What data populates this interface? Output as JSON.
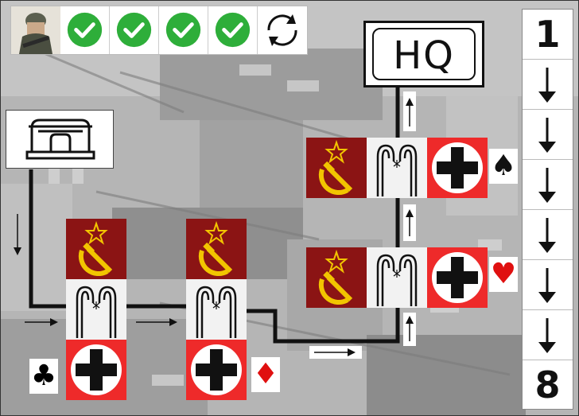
{
  "hq": {
    "label": "HQ"
  },
  "counter": {
    "top": "1",
    "bottom": "8",
    "steps": 6
  },
  "status_checks": 4,
  "suits": {
    "club": "♣",
    "diamond": "♦",
    "spade": "♠",
    "heart": "♥"
  },
  "colors": {
    "soviet_red": "#8b1414",
    "german_red": "#ee2a2a",
    "check_green": "#2eae3a",
    "track": "#111111"
  },
  "icons": [
    "soldier-portrait",
    "check-icon",
    "refresh-icon",
    "bunker-icon",
    "hammer-sickle-icon",
    "balkenkreuz-icon",
    "barbed-wire-icon",
    "arrow-down-icon"
  ]
}
